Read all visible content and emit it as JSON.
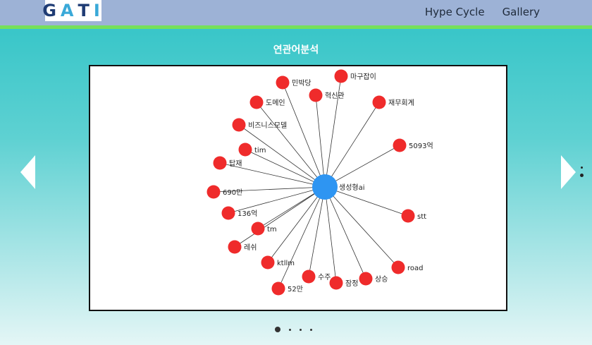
{
  "header": {
    "logo_letters": [
      {
        "char": "G",
        "color": "#1f3c74"
      },
      {
        "char": "A",
        "color": "#3aa9d8"
      },
      {
        "char": "T",
        "color": "#1f3c74"
      },
      {
        "char": "I",
        "color": "#3aa9d8"
      }
    ],
    "nav": [
      {
        "label": "Hype Cycle"
      },
      {
        "label": "Gallery"
      }
    ]
  },
  "section": {
    "title": "연관어분석"
  },
  "graph": {
    "center": {
      "label": "생성형ai",
      "color": "#2e95f2"
    },
    "node_color": "#ef2b2b",
    "nodes": [
      {
        "label": "민박당"
      },
      {
        "label": "마구잡이"
      },
      {
        "label": "도메인"
      },
      {
        "label": "혁신관"
      },
      {
        "label": "재무회계"
      },
      {
        "label": "비즈니스모델"
      },
      {
        "label": "tim"
      },
      {
        "label": "5093억"
      },
      {
        "label": "탑재"
      },
      {
        "label": "690만"
      },
      {
        "label": "136억"
      },
      {
        "label": "stt"
      },
      {
        "label": "tm"
      },
      {
        "label": "레쉬"
      },
      {
        "label": "ktllm"
      },
      {
        "label": "road"
      },
      {
        "label": "수주"
      },
      {
        "label": "상승"
      },
      {
        "label": "잠정"
      },
      {
        "label": "52만"
      }
    ]
  },
  "carousel": {
    "slide_count": 4,
    "active_index": 0
  }
}
